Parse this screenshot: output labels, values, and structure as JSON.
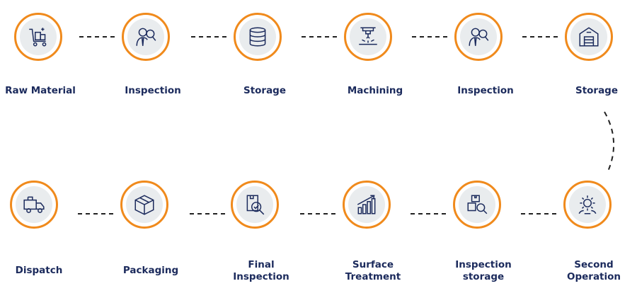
{
  "accent_color": "#f08a1c",
  "text_color": "#1b2a5c",
  "steps": [
    {
      "label": "Raw Material",
      "icon": "raw-material-cart-icon"
    },
    {
      "label": "Inspection",
      "icon": "inspector-magnifier-icon"
    },
    {
      "label": "Storage",
      "icon": "storage-database-icon"
    },
    {
      "label": "Machining",
      "icon": "machining-laser-icon"
    },
    {
      "label": "Inspection",
      "icon": "inspector-magnifier-icon"
    },
    {
      "label": "Storage",
      "icon": "warehouse-icon"
    },
    {
      "label": "Second Operation",
      "icon": "gear-cog-icon"
    },
    {
      "label": "Inspection storage",
      "icon": "box-search-icon"
    },
    {
      "label": "Surface Treatment",
      "icon": "growth-chart-icon"
    },
    {
      "label": "Final Inspection",
      "icon": "document-check-icon"
    },
    {
      "label": "Packaging",
      "icon": "package-box-icon"
    },
    {
      "label": "Dispatch",
      "icon": "delivery-truck-icon"
    }
  ]
}
